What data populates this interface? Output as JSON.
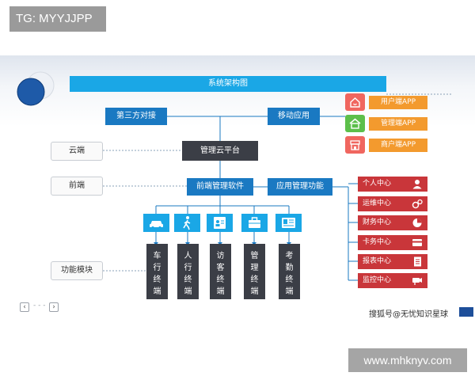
{
  "tag": "TG: MYYJJPP",
  "watermark": "www.mhknyv.com",
  "sohu": "搜狐号@无忧知识星球",
  "diagram": {
    "title": "系统架构图",
    "third_party": "第三方对接",
    "mobile_app": "移动应用",
    "cloud_platform": "管理云平台",
    "frontend_software": "前端管理软件",
    "app_function": "应用管理功能",
    "side_labels": [
      "云端",
      "前端",
      "功能模块"
    ],
    "apps": [
      "用户端APP",
      "管理端APP",
      "商户端APP"
    ],
    "functions": [
      "个人中心",
      "运维中心",
      "财务中心",
      "卡务中心",
      "报表中心",
      "监控中心"
    ],
    "terminals": [
      "车行终端",
      "人行终端",
      "访客终端",
      "管理终端",
      "考勤终端"
    ]
  },
  "nav": {
    "prev": "‹",
    "next": "›"
  },
  "colors": {
    "title_bar": "#1aa7e6",
    "node_blue": "#1a79c2",
    "node_dark": "#3b3e46",
    "app_orange": "#f39a2e",
    "func_red": "#c9363a"
  }
}
